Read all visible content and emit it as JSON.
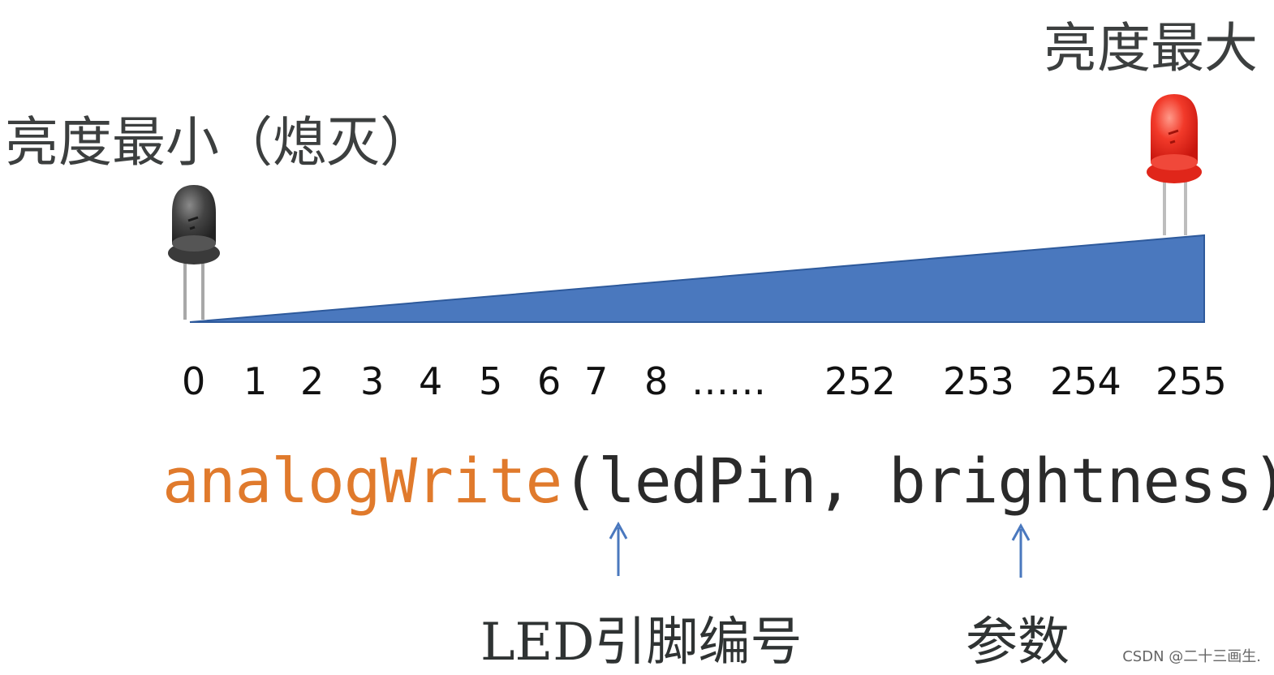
{
  "labels": {
    "min_brightness": "亮度最小（熄灭）",
    "max_brightness": "亮度最大"
  },
  "scale": {
    "ticks": [
      "0",
      "1",
      "2",
      "3",
      "4",
      "5",
      "6",
      "7",
      "8",
      "……",
      "252",
      "253",
      "254",
      "255"
    ]
  },
  "code": {
    "function_name": "analogWrite",
    "open_paren": "(",
    "arg1": "ledPin",
    "separator": ", ",
    "arg2": "brightness",
    "close": ");"
  },
  "annotations": {
    "arg1_caption": "LED引脚编号",
    "arg2_caption": "参数"
  },
  "watermark": "CSDN @二十三画生.",
  "colors": {
    "wedge_fill": "#4a78be",
    "wedge_stroke": "#2e5a9c",
    "code_function": "#e07a2c",
    "arrow": "#4a78be",
    "led_off": "#3a3a3a",
    "led_on": "#e8231a"
  },
  "icons": {
    "left_led": "led-off-icon",
    "right_led": "led-on-icon"
  }
}
